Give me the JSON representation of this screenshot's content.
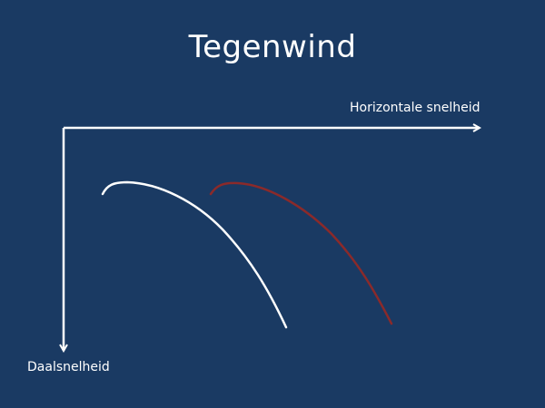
{
  "slide": {
    "title": "Tegenwind",
    "x_axis_label": "Horizontale snelheid",
    "y_axis_label": "Daalsnelheid"
  },
  "colors": {
    "background": "#1a3a63",
    "axis": "#ffffff",
    "curve_1": "#ffffff",
    "curve_2": "#8b2a2a"
  }
}
